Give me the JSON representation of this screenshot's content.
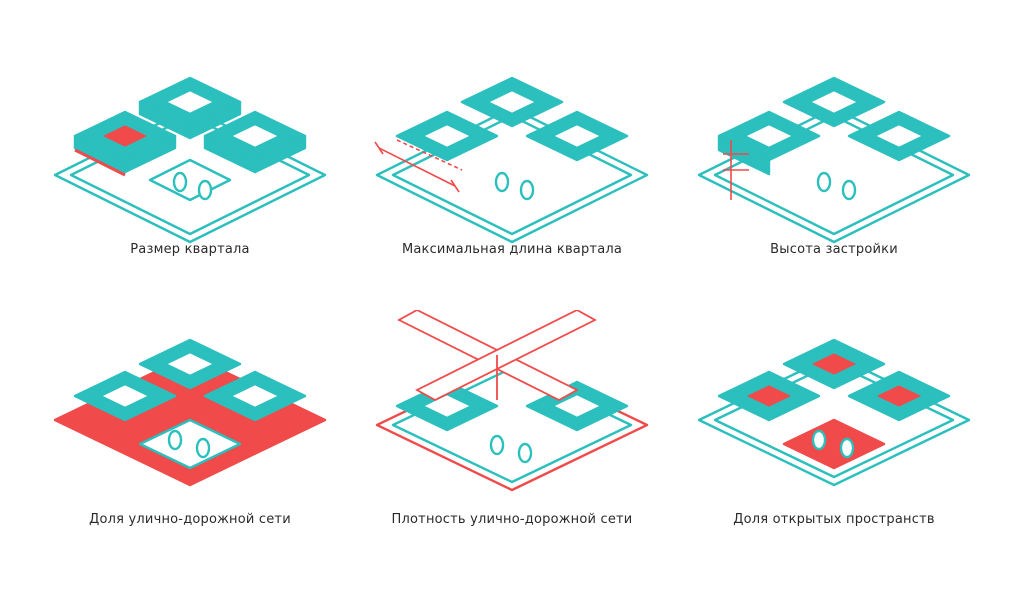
{
  "colors": {
    "teal": "#2bbfbd",
    "red": "#f04a4a",
    "stroke": "#ffffff"
  },
  "captions": [
    "Размер квартала",
    "Максимальная длина квартала",
    "Высота застройки",
    "Доля улично-дорожной сети",
    "Плотность улично-дорожной сети",
    "Доля открытых пространств"
  ]
}
